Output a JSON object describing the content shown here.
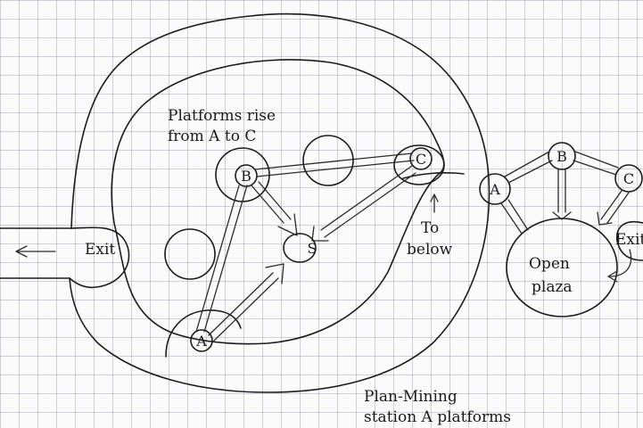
{
  "main_plan": {
    "exit_label": "Exit",
    "note_line1": "Platforms rise",
    "note_line2": "from A to C",
    "to_below_line1": "To",
    "to_below_line2": "below",
    "nodes": {
      "a": "A",
      "b": "B",
      "c": "C",
      "s": "S"
    }
  },
  "caption": {
    "line1": "Plan-Mining",
    "line2": "station A platforms"
  },
  "side_diagram": {
    "nodes": {
      "a": "A",
      "b": "B",
      "c": "C"
    },
    "plaza_line1": "Open",
    "plaza_line2": "plaza",
    "exit_label": "Exit"
  }
}
